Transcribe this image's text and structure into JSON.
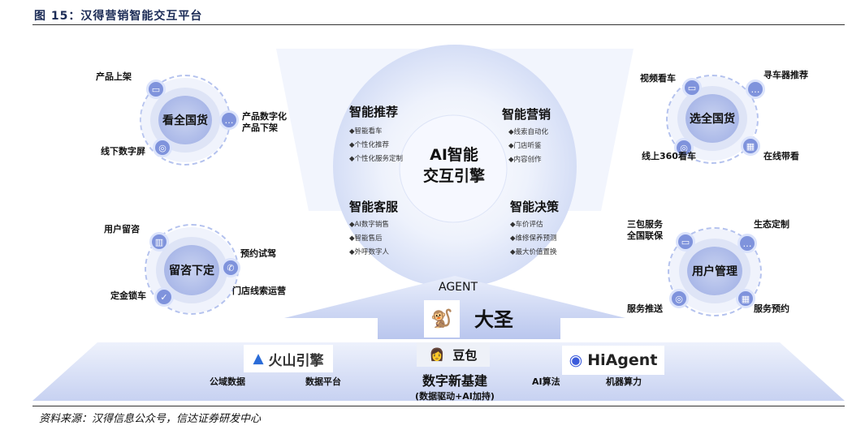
{
  "title": "图 15：汉得营销智能交互平台",
  "source": "资料来源：汉得信息公众号，信达证券研发中心",
  "center": {
    "line1": "AI智能",
    "line2": "交互引擎",
    "quadrants": [
      {
        "head": "智能推荐",
        "items": [
          "◆智能看车",
          "◆个性化推荐",
          "◆个性化服务定制"
        ]
      },
      {
        "head": "智能营销",
        "items": [
          "◆线索自动化",
          "◆门店听鉴",
          "◆内容创作"
        ]
      },
      {
        "head": "智能客服",
        "items": [
          "◆AI数字销售",
          "◆智能售后",
          "◆外呼数字人"
        ]
      },
      {
        "head": "智能决策",
        "items": [
          "◆车价评估",
          "◆维修保养预测",
          "◆最大价值置换"
        ]
      }
    ]
  },
  "clusters": {
    "tl": {
      "hub": "看全国货",
      "items": [
        "产品上架",
        "产品数字化",
        "产品下架",
        "线下数字屏"
      ]
    },
    "bl": {
      "hub": "留咨下定",
      "items": [
        "用户留咨",
        "预约试驾",
        "门店线索运营",
        "定金锁车"
      ]
    },
    "tr": {
      "hub": "选全国货",
      "items": [
        "视频看车",
        "寻车器推荐",
        "线上360看车",
        "在线带看"
      ]
    },
    "br": {
      "hub": "用户管理",
      "items": [
        "三包服务",
        "全国联保",
        "生态定制",
        "服务推送",
        "服务预约"
      ]
    }
  },
  "agent": {
    "label": "AGENT",
    "logo": "大圣"
  },
  "base": {
    "logos": [
      "火山引擎",
      "豆包",
      "HiAgent"
    ],
    "items": [
      "公域数据",
      "数据平台",
      "AI算法",
      "机器算力"
    ],
    "title": "数字新基建",
    "subtitle": "(数据驱动+AI加持)"
  }
}
